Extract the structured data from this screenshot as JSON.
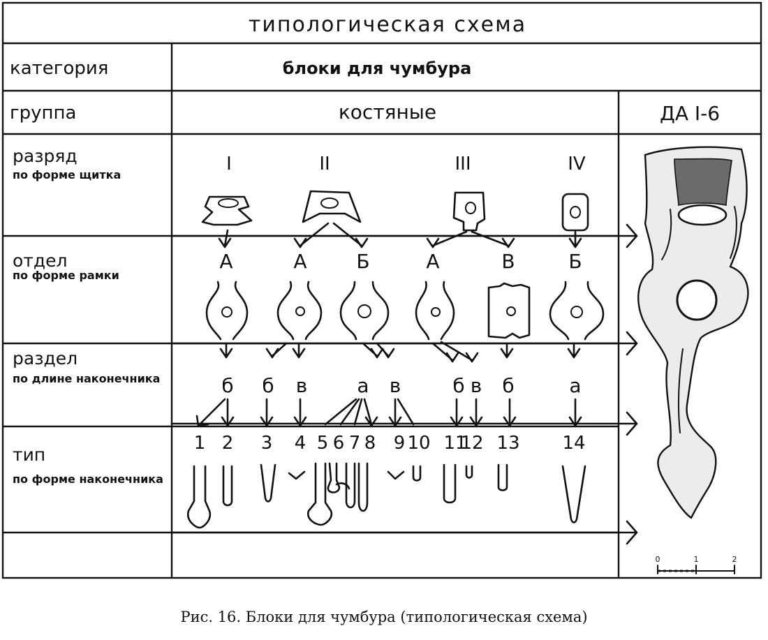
{
  "title": "типологическая схема",
  "header": {
    "category_label": "категория",
    "category_value": "блоки для чумбура",
    "group_label": "группа",
    "group_value": "костяные",
    "code": "ДА I-6"
  },
  "levels": [
    {
      "name": "разряд",
      "sub": "по форме щитка"
    },
    {
      "name": "отдел",
      "sub": "по форме рамки"
    },
    {
      "name": "раздел",
      "sub": "по длине наконечника"
    },
    {
      "name": "тип",
      "sub": "по форме наконечника"
    }
  ],
  "razryad": [
    "I",
    "II",
    "III",
    "IV"
  ],
  "otdel": [
    "А",
    "А",
    "Б",
    "А",
    "В",
    "Б"
  ],
  "razdel": [
    "б",
    "б",
    "в",
    "а",
    "в",
    "б",
    "в",
    "б",
    "а"
  ],
  "types": [
    "1",
    "2",
    "3",
    "4",
    "5",
    "6",
    "7",
    "8",
    "9",
    "10",
    "11",
    "12",
    "13",
    "14"
  ],
  "scale": {
    "ticks": [
      "0",
      "1",
      "2"
    ]
  },
  "caption": "Рис. 16. Блоки для чумбура (типологическая схема)"
}
